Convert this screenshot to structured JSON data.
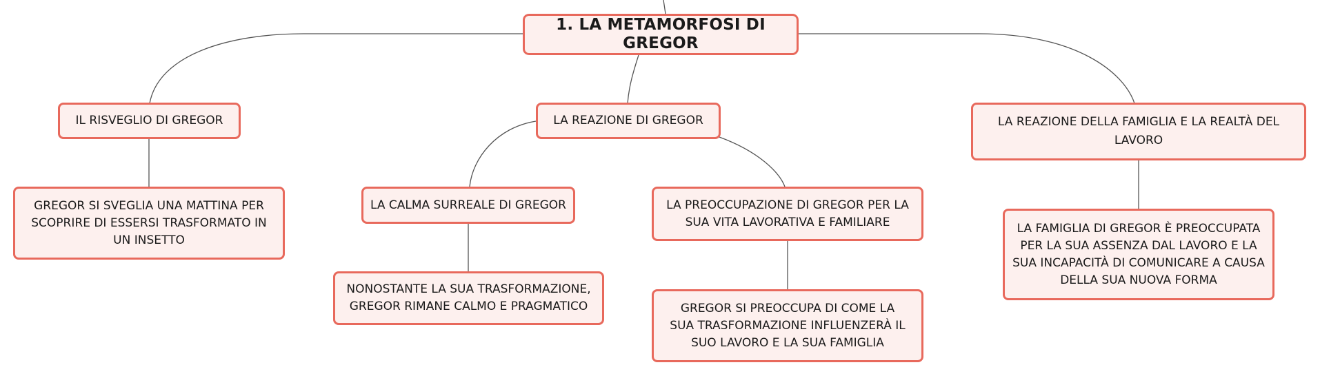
{
  "map": {
    "root": "1. LA METAMORFOSI DI GREGOR",
    "branches": [
      {
        "title": "IL RISVEGLIO DI GREGOR",
        "children": [
          {
            "text": "GREGOR SI SVEGLIA UNA MATTINA PER SCOPRIRE DI ESSERSI TRASFORMATO IN UN INSETTO"
          }
        ]
      },
      {
        "title": "LA REAZIONE DI GREGOR",
        "children": [
          {
            "text": "LA CALMA SURREALE DI GREGOR",
            "detail": "NONOSTANTE LA SUA TRASFORMAZIONE, GREGOR RIMANE CALMO E PRAGMATICO"
          },
          {
            "text": "LA PREOCCUPAZIONE DI GREGOR PER LA SUA VITA LAVORATIVA E FAMILIARE",
            "detail": "GREGOR SI PREOCCUPA DI COME LA SUA TRASFORMAZIONE INFLUENZERÀ IL SUO LAVORO E LA SUA FAMIGLIA"
          }
        ]
      },
      {
        "title": "LA REAZIONE DELLA FAMIGLIA E LA REALTÀ DEL LAVORO",
        "children": [
          {
            "text": "LA FAMIGLIA DI GREGOR È PREOCCUPATA PER LA SUA ASSENZA DAL LAVORO E LA SUA INCAPACITÀ DI COMUNICARE A CAUSA DELLA SUA NUOVA FORMA"
          }
        ]
      }
    ]
  },
  "colors": {
    "node_border": "#e8695c",
    "node_fill": "#fdf0ee",
    "connector": "#555555"
  }
}
